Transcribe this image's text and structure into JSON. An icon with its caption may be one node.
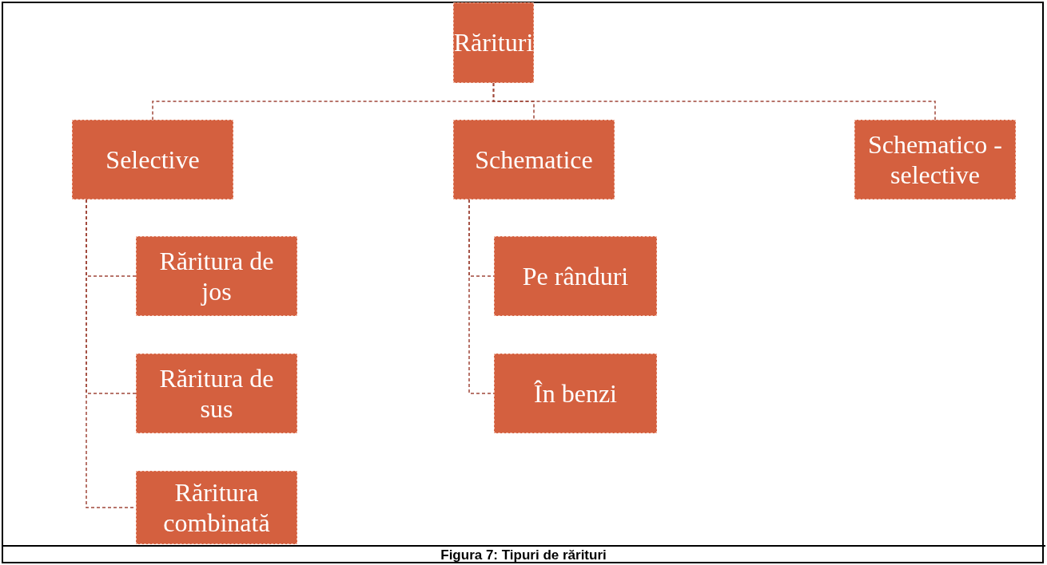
{
  "diagram": {
    "caption": "Figura 7: Tipuri de rărituri",
    "nodes": [
      {
        "text": [
          "Rărituri"
        ]
      },
      {
        "text": [
          "Selective"
        ]
      },
      {
        "text": [
          "Schematice"
        ]
      },
      {
        "text": [
          "Schematico -selective"
        ]
      },
      {
        "text": [
          "Răritura de jos"
        ]
      },
      {
        "text": [
          "Răritura de sus"
        ]
      },
      {
        "text": [
          "Răritura combinată"
        ]
      },
      {
        "text": [
          "Pe rânduri"
        ]
      },
      {
        "text": [
          "În benzi"
        ]
      }
    ],
    "edges": [
      {
        "from": 0,
        "to": 1,
        "arrow": "none",
        "style": "dashed"
      },
      {
        "from": 0,
        "to": 2,
        "arrow": "none",
        "style": "dashed"
      },
      {
        "from": 0,
        "to": 3,
        "arrow": "none",
        "style": "dashed"
      },
      {
        "from": 1,
        "to": 4,
        "arrow": "none",
        "style": "dashed"
      },
      {
        "from": 1,
        "to": 5,
        "arrow": "none",
        "style": "dashed"
      },
      {
        "from": 1,
        "to": 6,
        "arrow": "none",
        "style": "dashed"
      },
      {
        "from": 2,
        "to": 7,
        "arrow": "none",
        "style": "dashed"
      },
      {
        "from": 2,
        "to": 8,
        "arrow": "none",
        "style": "dashed"
      }
    ]
  }
}
